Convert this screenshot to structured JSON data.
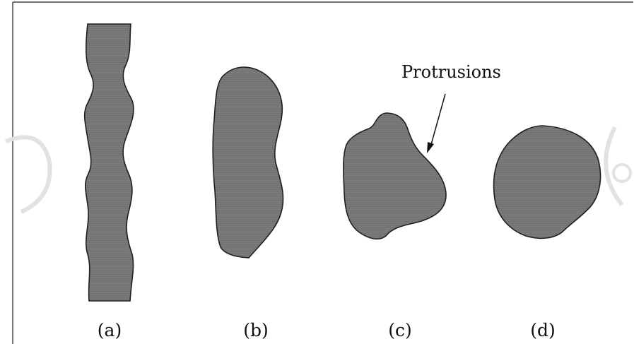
{
  "figure": {
    "colors": {
      "shape_fill": "#7a7a7a",
      "shape_stroke": "#1f1f1f",
      "text": "#111111",
      "frame": "#1a1a1a",
      "watermark": "#d6d6d6"
    },
    "panels": [
      {
        "id": "a",
        "label": "(a)"
      },
      {
        "id": "b",
        "label": "(b)"
      },
      {
        "id": "c",
        "label": "(c)"
      },
      {
        "id": "d",
        "label": "(d)"
      }
    ],
    "annotation": {
      "text": "Protrusions"
    }
  }
}
